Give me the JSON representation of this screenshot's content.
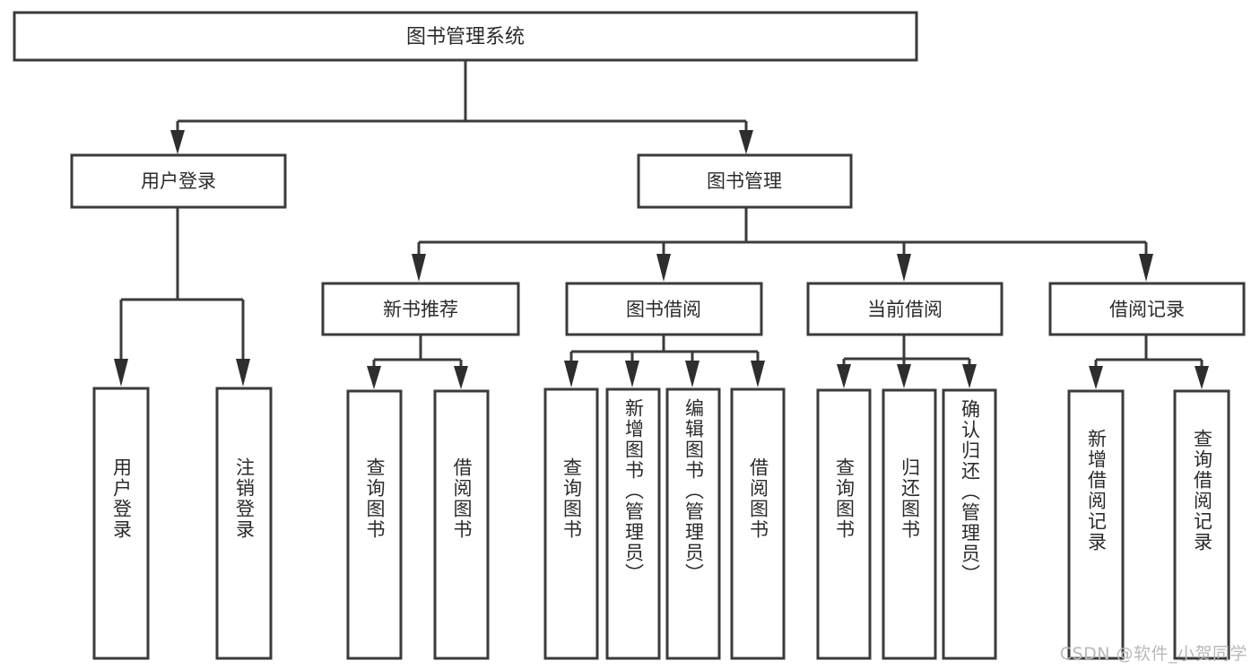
{
  "diagram": {
    "type": "tree-hierarchy",
    "title": "图书管理系统",
    "watermark": "CSDN @软件_小贺同学",
    "colors": {
      "background": "#ffffff",
      "stroke": "#3b3b3b",
      "text": "#2b2b2b",
      "watermark": "#b9b9b9"
    },
    "levels": {
      "root": {
        "label": "图书管理系统",
        "orientation": "horizontal"
      },
      "level1": [
        {
          "id": "user-login",
          "label": "用户登录",
          "orientation": "horizontal"
        },
        {
          "id": "book-manage",
          "label": "图书管理",
          "orientation": "horizontal"
        }
      ],
      "level2": [
        {
          "id": "new-book-recommend",
          "label": "新书推荐",
          "orientation": "horizontal",
          "parent": "book-manage"
        },
        {
          "id": "book-borrow",
          "label": "图书借阅",
          "orientation": "horizontal",
          "parent": "book-manage"
        },
        {
          "id": "current-borrow",
          "label": "当前借阅",
          "orientation": "horizontal",
          "parent": "book-manage"
        },
        {
          "id": "borrow-record",
          "label": "借阅记录",
          "orientation": "horizontal",
          "parent": "book-manage"
        }
      ],
      "leaves": [
        {
          "id": "leaf-user-login",
          "label": "用户登录",
          "parent": "user-login",
          "orientation": "vertical"
        },
        {
          "id": "leaf-user-logout",
          "label": "注销登录",
          "parent": "user-login",
          "orientation": "vertical"
        },
        {
          "id": "leaf-query-book-1",
          "label": "查询图书",
          "parent": "new-book-recommend",
          "orientation": "vertical"
        },
        {
          "id": "leaf-borrow-book-1",
          "label": "借阅图书",
          "parent": "new-book-recommend",
          "orientation": "vertical"
        },
        {
          "id": "leaf-query-book-2",
          "label": "查询图书",
          "parent": "book-borrow",
          "orientation": "vertical"
        },
        {
          "id": "leaf-add-book",
          "label": "新增图书（管理员）",
          "parent": "book-borrow",
          "orientation": "vertical"
        },
        {
          "id": "leaf-edit-book",
          "label": "编辑图书（管理员）",
          "parent": "book-borrow",
          "orientation": "vertical"
        },
        {
          "id": "leaf-borrow-book-2",
          "label": "借阅图书",
          "parent": "book-borrow",
          "orientation": "vertical"
        },
        {
          "id": "leaf-query-book-3",
          "label": "查询图书",
          "parent": "current-borrow",
          "orientation": "vertical"
        },
        {
          "id": "leaf-return-book",
          "label": "归还图书",
          "parent": "current-borrow",
          "orientation": "vertical"
        },
        {
          "id": "leaf-confirm-return",
          "label": "确认归还（管理员）",
          "parent": "current-borrow",
          "orientation": "vertical"
        },
        {
          "id": "leaf-add-record",
          "label": "新增借阅记录",
          "parent": "borrow-record",
          "orientation": "vertical"
        },
        {
          "id": "leaf-query-record",
          "label": "查询借阅记录",
          "parent": "borrow-record",
          "orientation": "vertical"
        }
      ]
    }
  }
}
